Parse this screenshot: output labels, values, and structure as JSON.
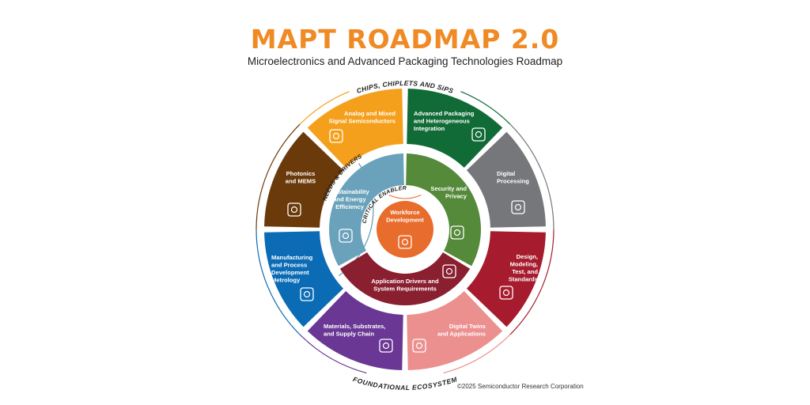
{
  "header": {
    "title": "MAPT ROADMAP 2.0",
    "subtitle": "Microelectronics and Advanced Packaging Technologies Roadmap"
  },
  "rings": {
    "outer_top_label": "CHIPS, CHIPLETS AND SiPS",
    "outer_bottom_label": "FOUNDATIONAL ECOSYSTEM",
    "middle_label": "NEEDS & DRIVERS",
    "inner_label": "CRITICAL ENABLER"
  },
  "outer_segments": [
    {
      "lines": [
        "Analog and Mixed",
        "Signal Semiconductors"
      ],
      "color": "#f5a01c",
      "icon": "brain-circuit-icon"
    },
    {
      "lines": [
        "Advanced Packaging",
        "and Heterogeneous",
        "Integration"
      ],
      "color": "#116b37",
      "icon": "chip-package-icon"
    },
    {
      "lines": [
        "Digital",
        "Processing"
      ],
      "color": "#76777a",
      "icon": "binary-data-icon"
    },
    {
      "lines": [
        "Design,",
        "Modeling,",
        "Test, and",
        "Standards"
      ],
      "color": "#a61c2e",
      "icon": "design-test-icon"
    },
    {
      "lines": [
        "Digital Twins",
        "and Applications"
      ],
      "color": "#ec8f8f",
      "icon": "cubes-twin-icon"
    },
    {
      "lines": [
        "Materials, Substrates,",
        "and Supply Chain"
      ],
      "color": "#6a3795",
      "icon": "lab-materials-icon"
    },
    {
      "lines": [
        "Manufacturing",
        "and Process",
        "Development",
        "Metrology"
      ],
      "color": "#0b6cb5",
      "icon": "factory-icon"
    },
    {
      "lines": [
        "Photonics",
        "and MEMS"
      ],
      "color": "#6b3a0b",
      "icon": "photonics-icon"
    }
  ],
  "middle_segments": [
    {
      "lines": [
        "Security and",
        "Privacy"
      ],
      "color": "#548a3a",
      "icon": "lock-icon"
    },
    {
      "lines": [
        "Application Drivers and",
        "System Requirements"
      ],
      "color": "#8a1f30",
      "icon": "laptop-gear-icon"
    },
    {
      "lines": [
        "Sustainability",
        "and Energy",
        "Efficiency"
      ],
      "color": "#6aa2bb",
      "icon": "sustainable-factory-icon"
    }
  ],
  "center": {
    "lines": [
      "Workforce",
      "Development"
    ],
    "color": "#e86c2c",
    "icon": "people-icon"
  },
  "footer": {
    "copyright": "©2025 Semiconductor Research Corporation"
  }
}
